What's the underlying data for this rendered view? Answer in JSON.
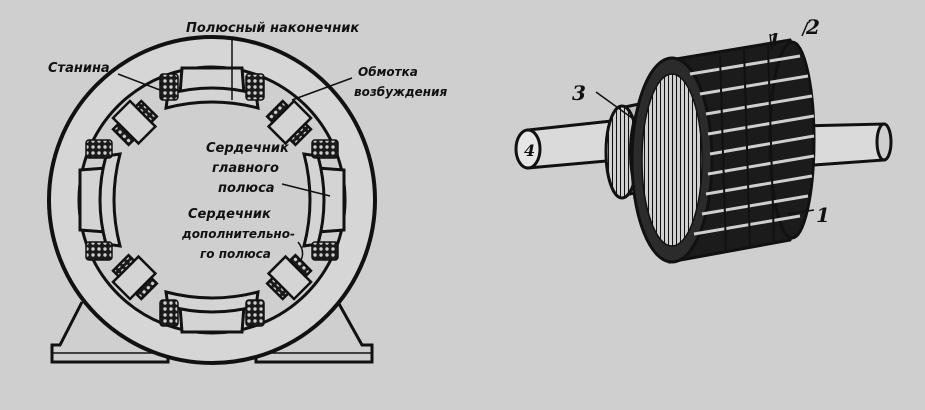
{
  "stator": {
    "labels": {
      "frame": "Станина",
      "pole_shoe": "Полюсный наконечник",
      "winding_l1": "Обмотка",
      "winding_l2": "возбуждения",
      "main_core_l1": "Сердечник",
      "main_core_l2": "главного",
      "main_core_l3": "полюса",
      "aux_core_l1": "Сердечник",
      "aux_core_l2": "дополнительно-",
      "aux_core_l3": "го полюса"
    }
  },
  "rotor": {
    "callouts": {
      "one": "1",
      "two": "2",
      "three": "3",
      "four": "4",
      "one_b": "1"
    }
  },
  "colors": {
    "ink": "#111111",
    "paper": "#cfcfcf"
  }
}
